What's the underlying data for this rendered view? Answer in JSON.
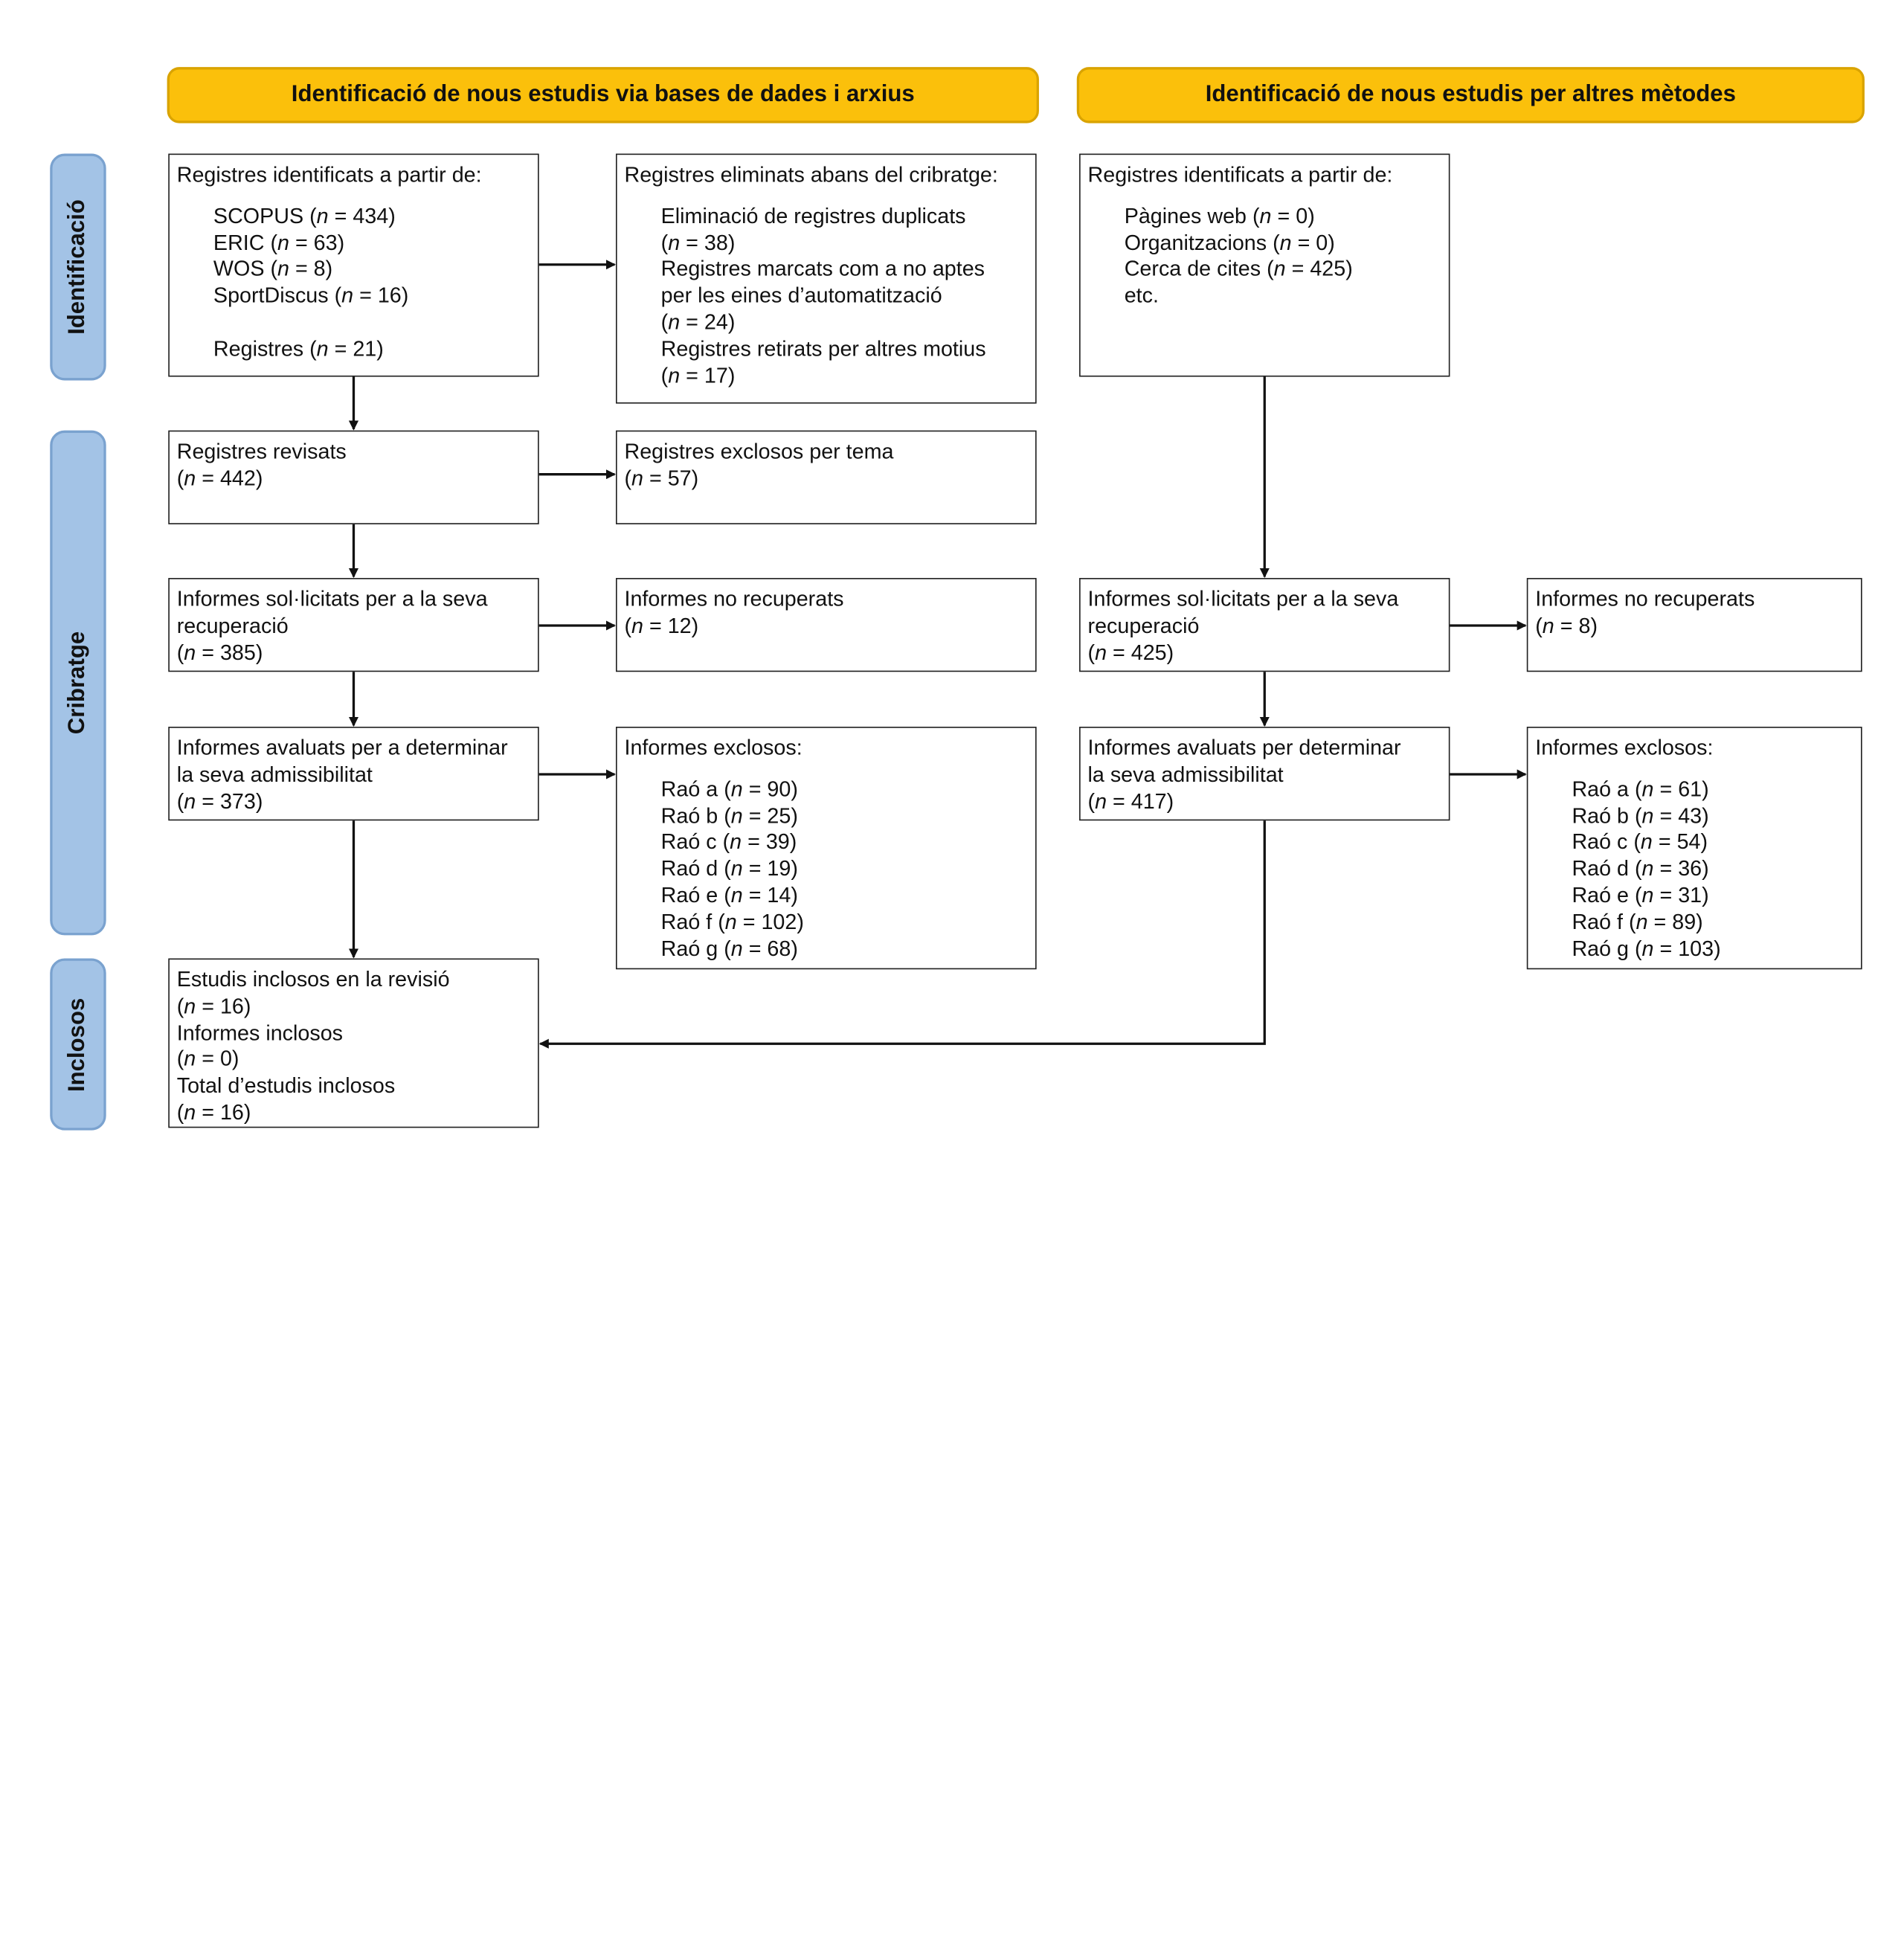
{
  "headers": {
    "databases": "Identificació de nous estudis via bases de dades i arxius",
    "other_methods": "Identificació de nous estudis per altres mètodes"
  },
  "phases": {
    "identification": "Identificació",
    "screening": "Cribratge",
    "included": "Inclosos"
  },
  "n_symbol": "n",
  "db": {
    "identified": {
      "title": "Registres identificats a partir de:",
      "sources": [
        {
          "label": "SCOPUS (",
          "n": "434"
        },
        {
          "label": "ERIC (",
          "n": "63"
        },
        {
          "label": "WOS (",
          "n": "8"
        },
        {
          "label": "SportDiscus (",
          "n": "16"
        }
      ],
      "registers": {
        "label": "Registres (",
        "n": "21"
      }
    },
    "removed": {
      "title": "Registres eliminats abans del cribratge:",
      "duplicates_label": "Eliminació de registres duplicats",
      "duplicates_n": "38",
      "automation_label_1": "Registres marcats com a no aptes",
      "automation_label_2": "per les eines d’automatització",
      "automation_n": "24",
      "other_label": "Registres retirats per altres motius",
      "other_n": "17"
    },
    "screened": {
      "title": "Registres revisats",
      "n": "442"
    },
    "excluded_topic": {
      "title": "Registres exclosos per tema",
      "n": "57"
    },
    "sought": {
      "title_1": "Informes sol·licitats per a la seva",
      "title_2": "recuperació",
      "n": "385"
    },
    "not_retrieved": {
      "title": "Informes no recuperats",
      "n": "12"
    },
    "assessed": {
      "title_1": "Informes avaluats per a determinar",
      "title_2": "la seva admissibilitat",
      "n": "373"
    },
    "excluded_reports": {
      "title": "Informes exclosos:",
      "reasons": [
        {
          "label": "Raó a (",
          "n": "90"
        },
        {
          "label": "Raó b (",
          "n": "25"
        },
        {
          "label": "Raó c (",
          "n": "39"
        },
        {
          "label": "Raó d (",
          "n": "19"
        },
        {
          "label": "Raó e (",
          "n": "14"
        },
        {
          "label": "Raó f (",
          "n": "102"
        },
        {
          "label": "Raó g (",
          "n": "68"
        }
      ]
    },
    "included": {
      "studies_label": "Estudis inclosos en la revisió",
      "studies_n": "16",
      "reports_label": "Informes inclosos",
      "reports_n": "0",
      "total_label": "Total d’estudis inclosos",
      "total_n": "16"
    }
  },
  "other": {
    "identified": {
      "title": "Registres identificats a partir de:",
      "sources": [
        {
          "label": "Pàgines web (",
          "n": "0"
        },
        {
          "label": "Organitzacions (",
          "n": "0"
        },
        {
          "label": "Cerca de cites (",
          "n": "425"
        }
      ],
      "etc": "etc."
    },
    "sought": {
      "title_1": "Informes sol·licitats per a la seva",
      "title_2": "recuperació",
      "n": "425"
    },
    "not_retrieved": {
      "title": "Informes no recuperats",
      "n": "8"
    },
    "assessed": {
      "title_1": "Informes avaluats per determinar",
      "title_2": "la seva admissibilitat",
      "n": "417"
    },
    "excluded_reports": {
      "title": "Informes exclosos:",
      "reasons": [
        {
          "label": "Raó a (",
          "n": "61"
        },
        {
          "label": "Raó b (",
          "n": "43"
        },
        {
          "label": "Raó c (",
          "n": "54"
        },
        {
          "label": "Raó d (",
          "n": "36"
        },
        {
          "label": "Raó e (",
          "n": "31"
        },
        {
          "label": "Raó f (",
          "n": "89"
        },
        {
          "label": "Raó g (",
          "n": "103"
        }
      ]
    }
  },
  "colors": {
    "header_fill": "#fbc00b",
    "phase_fill": "#a3c3e6",
    "line": "#111111"
  }
}
